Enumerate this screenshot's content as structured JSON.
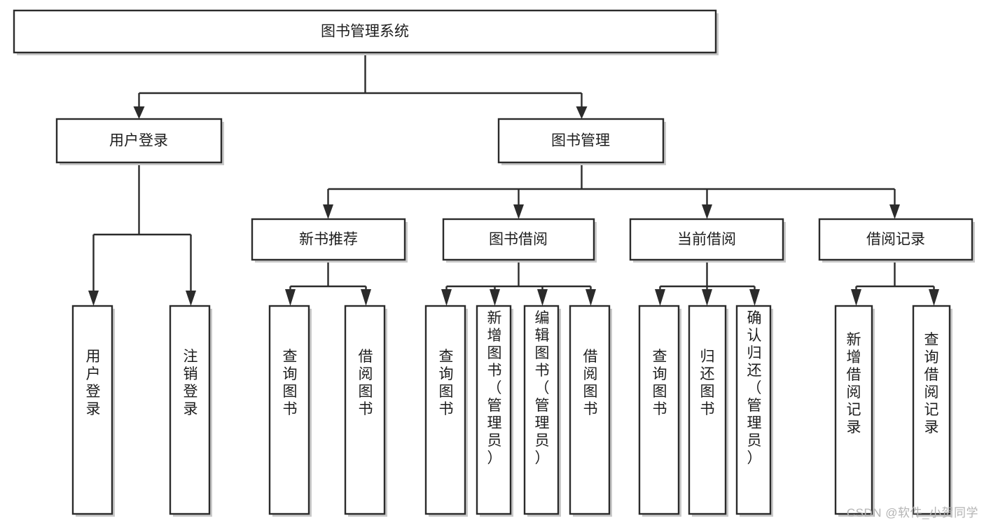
{
  "diagram": {
    "type": "tree-hierarchy",
    "title": "图书管理系统",
    "watermark": "CSDN @软件_小贺同学",
    "colors": {
      "box_stroke": "#2b2b2b",
      "box_fill": "#ffffff",
      "connector": "#2b2b2b",
      "text": "#1d1d1d",
      "watermark": "#b4b4b4",
      "background": "#ffffff"
    },
    "nodes": {
      "root": {
        "label": "图书管理系统",
        "orientation": "horizontal",
        "level": 0
      },
      "level1": [
        {
          "id": "user-login",
          "label": "用户登录",
          "orientation": "horizontal"
        },
        {
          "id": "book-management",
          "label": "图书管理",
          "orientation": "horizontal"
        }
      ],
      "level2": [
        {
          "id": "new-book-recommend",
          "label": "新书推荐",
          "orientation": "horizontal",
          "parent": "book-management"
        },
        {
          "id": "book-borrow",
          "label": "图书借阅",
          "orientation": "horizontal",
          "parent": "book-management"
        },
        {
          "id": "current-borrow",
          "label": "当前借阅",
          "orientation": "horizontal",
          "parent": "book-management"
        },
        {
          "id": "borrow-record",
          "label": "借阅记录",
          "orientation": "horizontal",
          "parent": "book-management"
        }
      ],
      "leaves": [
        {
          "id": "leaf-user-login",
          "label": "用户登录",
          "orientation": "vertical",
          "parent": "user-login"
        },
        {
          "id": "leaf-user-logout",
          "label": "注销登录",
          "orientation": "vertical",
          "parent": "user-login"
        },
        {
          "id": "leaf-query-book-1",
          "label": "查询图书",
          "orientation": "vertical",
          "parent": "new-book-recommend"
        },
        {
          "id": "leaf-borrow-book-1",
          "label": "借阅图书",
          "orientation": "vertical",
          "parent": "new-book-recommend"
        },
        {
          "id": "leaf-query-book-2",
          "label": "查询图书",
          "orientation": "vertical",
          "parent": "book-borrow"
        },
        {
          "id": "leaf-add-book",
          "label": "新增图书（管理员）",
          "orientation": "vertical",
          "parent": "book-borrow"
        },
        {
          "id": "leaf-edit-book",
          "label": "编辑图书（管理员）",
          "orientation": "vertical",
          "parent": "book-borrow"
        },
        {
          "id": "leaf-borrow-book-2",
          "label": "借阅图书",
          "orientation": "vertical",
          "parent": "book-borrow"
        },
        {
          "id": "leaf-query-book-3",
          "label": "查询图书",
          "orientation": "vertical",
          "parent": "current-borrow"
        },
        {
          "id": "leaf-return-book",
          "label": "归还图书",
          "orientation": "vertical",
          "parent": "current-borrow"
        },
        {
          "id": "leaf-confirm-return",
          "label": "确认归还（管理员）",
          "orientation": "vertical",
          "parent": "current-borrow"
        },
        {
          "id": "leaf-add-record",
          "label": "新增借阅记录",
          "orientation": "vertical",
          "parent": "borrow-record"
        },
        {
          "id": "leaf-query-record",
          "label": "查询借阅记录",
          "orientation": "vertical",
          "parent": "borrow-record"
        }
      ]
    }
  }
}
